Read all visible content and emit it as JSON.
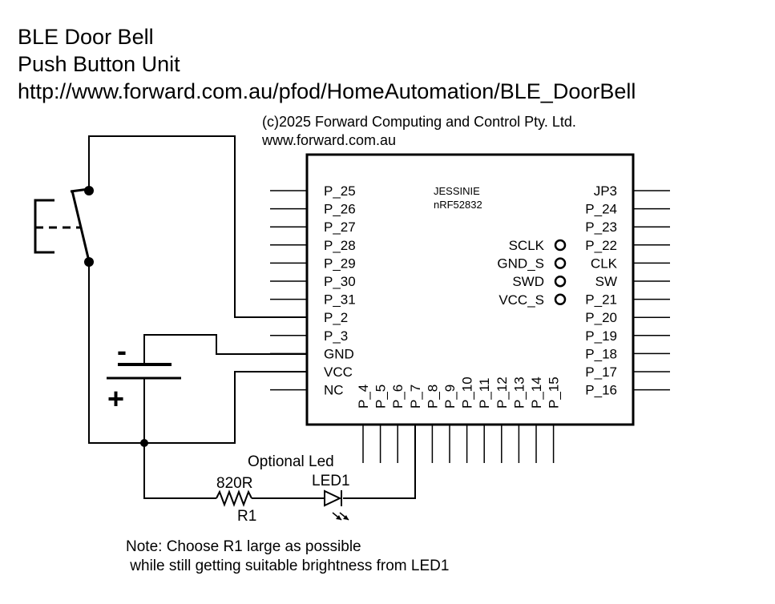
{
  "title": {
    "line1": "BLE Door Bell",
    "line2": "Push Button Unit",
    "line3": "http://www.forward.com.au/pfod/HomeAutomation/BLE_DoorBell"
  },
  "copyright": {
    "line1": "(c)2025 Forward Computing and Control Pty. Ltd.",
    "line2": "www.forward.com.au"
  },
  "module": {
    "name": "JESSINIE",
    "chip": "nRF52832",
    "left_pins": [
      "P_25",
      "P_26",
      "P_27",
      "P_28",
      "P_29",
      "P_30",
      "P_31",
      "P_2",
      "P_3",
      "GND",
      "VCC",
      "NC"
    ],
    "right_pins": [
      "JP3",
      "P_24",
      "P_23",
      "P_22",
      "CLK",
      "SW",
      "P_21",
      "P_20",
      "P_19",
      "P_18",
      "P_17",
      "P_16"
    ],
    "bottom_pins": [
      "P_4",
      "P_5",
      "P_6",
      "P_7",
      "P_8",
      "P_9",
      "P_10",
      "P_11",
      "P_12",
      "P_13",
      "P_14",
      "P_15"
    ],
    "debug_pads": [
      "SCLK",
      "GND_S",
      "SWD",
      "VCC_S"
    ]
  },
  "battery": {
    "minus": "-",
    "plus": "+"
  },
  "led": {
    "caption": "Optional Led",
    "ref": "LED1"
  },
  "resistor": {
    "value": "820R",
    "ref": "R1"
  },
  "note": {
    "line1": "Note: Choose R1 large as possible",
    "line2": " while still getting suitable brightness from LED1"
  }
}
